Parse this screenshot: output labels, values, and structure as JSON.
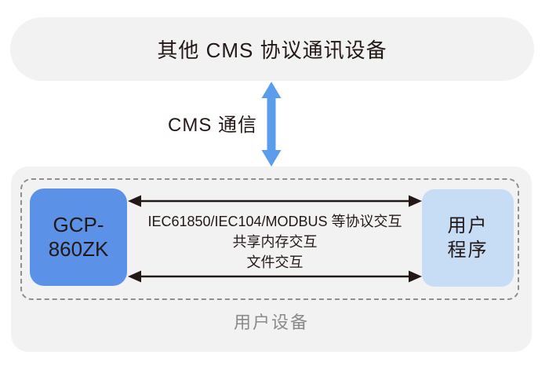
{
  "colors": {
    "page_bg": "#ffffff",
    "box_bg": "#f2f2f3",
    "blue": "#5b91e6",
    "arrow_blue": "#5c9cec",
    "light_blue": "#c7ddf6",
    "dark_text": "#231815",
    "gray_text": "#8a8a8a",
    "dash_border": "#8f8f8f"
  },
  "top_box": {
    "label": "其他 CMS 协议通讯设备"
  },
  "cms_link": {
    "label": "CMS 通信"
  },
  "device_container": {
    "label": "用户设备",
    "gcp_box": {
      "line1": "GCP-",
      "line2": "860ZK"
    },
    "user_program_box": {
      "line1": "用户",
      "line2": "程序"
    },
    "interactions": {
      "line1": "IEC61850/IEC104/MODBUS 等协议交互",
      "line2": "共享内存交互",
      "line3": "文件交互"
    }
  }
}
